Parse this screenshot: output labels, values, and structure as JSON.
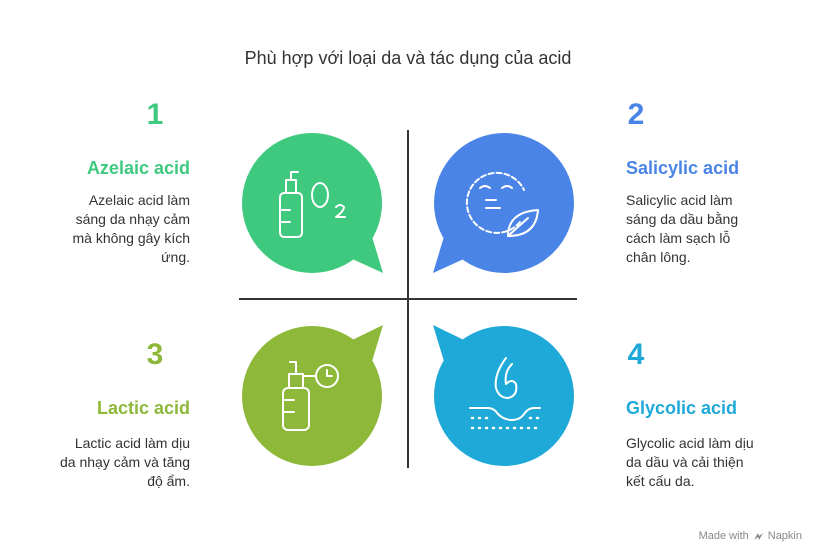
{
  "title": "Phù hợp với loại da và tác dụng của acid",
  "items": [
    {
      "number": "1",
      "heading": "Azelaic acid",
      "desc": [
        "Azelaic acid làm",
        "sáng da nhạy cảm",
        "mà không gây kích",
        "ứng."
      ],
      "color": "#3ec97f",
      "icon": "bottle-oxygen-icon"
    },
    {
      "number": "2",
      "heading": "Salicylic acid",
      "desc": [
        "Salicylic acid làm",
        "sáng da dầu bằng",
        "cách làm sạch lỗ",
        "chân lông."
      ],
      "color": "#4a84e6",
      "icon": "face-leaf-icon"
    },
    {
      "number": "3",
      "heading": "Lactic acid",
      "desc": [
        "Lactic acid làm dịu",
        "da nhạy cảm và tăng",
        "độ ẩm."
      ],
      "color": "#8db83a",
      "icon": "spray-bottle-clock-icon"
    },
    {
      "number": "4",
      "heading": "Glycolic acid",
      "desc": [
        "Glycolic acid làm dịu",
        "da dầu và cải thiện",
        "kết cấu da."
      ],
      "color": "#1fa9d8",
      "icon": "skin-droplet-icon"
    }
  ],
  "footer": {
    "made_with": "Made with",
    "brand": "Napkin"
  }
}
